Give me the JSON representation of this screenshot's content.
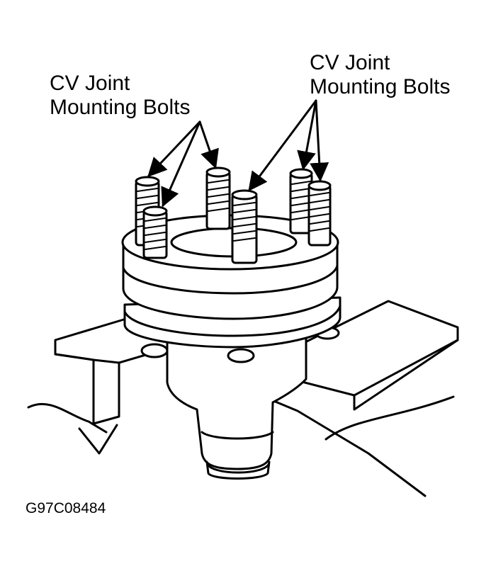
{
  "labels": {
    "left": {
      "line1": "CV Joint",
      "line2": "Mounting Bolts"
    },
    "right": {
      "line1": "CV Joint",
      "line2": "Mounting Bolts"
    }
  },
  "figure_code": "G97C08484",
  "colors": {
    "ink": "#000000",
    "paper": "#ffffff"
  }
}
